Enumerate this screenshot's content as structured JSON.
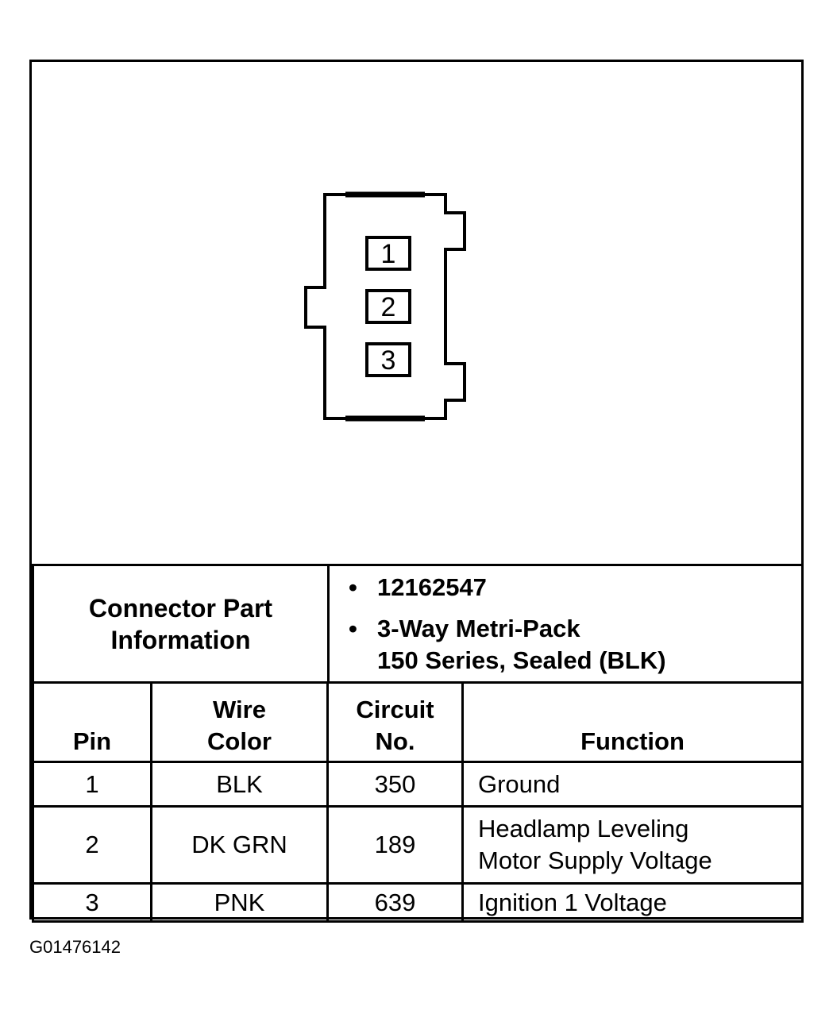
{
  "connector": {
    "pins": [
      "1",
      "2",
      "3"
    ]
  },
  "part_info": {
    "label_line1": "Connector Part",
    "label_line2": "Information",
    "bullet": "•",
    "part_number": "12162547",
    "description_line1": "3-Way Metri-Pack",
    "description_line2": "150 Series, Sealed (BLK)"
  },
  "pin_table": {
    "headers": {
      "pin": "Pin",
      "wire_line1": "Wire",
      "wire_line2": "Color",
      "circuit_line1": "Circuit",
      "circuit_line2": "No.",
      "function": "Function"
    },
    "rows": [
      {
        "pin": "1",
        "wire": "BLK",
        "circuit": "350",
        "function_line1": "Ground",
        "function_line2": ""
      },
      {
        "pin": "2",
        "wire": "DK GRN",
        "circuit": "189",
        "function_line1": "Headlamp Leveling",
        "function_line2": "Motor Supply Voltage"
      },
      {
        "pin": "3",
        "wire": "PNK",
        "circuit": "639",
        "function_line1": "Ignition 1 Voltage",
        "function_line2": ""
      }
    ]
  },
  "figure_code": "G01476142"
}
